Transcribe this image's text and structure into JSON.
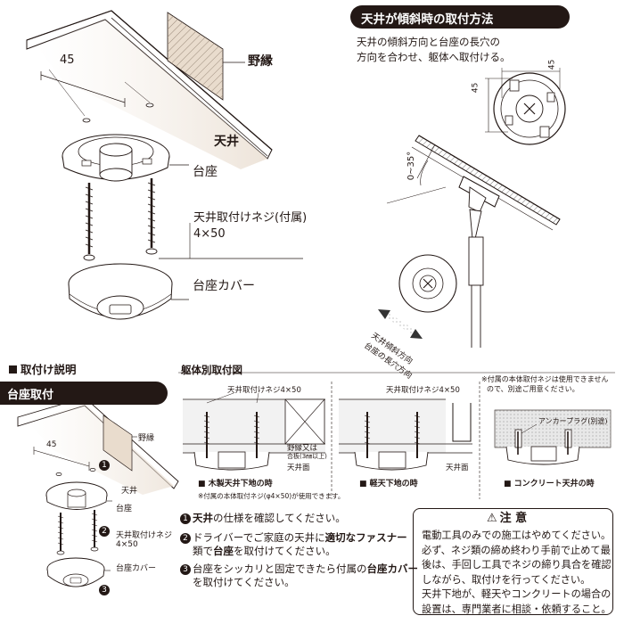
{
  "top_left": {
    "dim_45": "45",
    "nobuchi": "野縁",
    "tenjo": "天井",
    "daiza": "台座",
    "screw_label_1": "天井取付けネジ(付属)",
    "screw_label_2": "4×50",
    "cover": "台座カバー"
  },
  "slope": {
    "title": "天井が傾斜時の取付方法",
    "desc_1": "天井の傾斜方向と台座の長穴の",
    "desc_2": "方向を合わせ、躯体へ取付ける。",
    "dim_45a": "45",
    "dim_45b": "45",
    "dim_angle": "0~35°",
    "dir_1": "天井傾斜方向",
    "dir_2": "台座の長穴方向"
  },
  "install": {
    "heading": "取付け説明",
    "tab": "台座取付",
    "dim_45": "45",
    "nobuchi": "野縁",
    "tenjo": "天井",
    "daiza": "台座",
    "screw_1": "天井取付けネジ",
    "screw_2": "4×50",
    "cover": "台座カバー",
    "n1": "1",
    "n2": "2",
    "n3": "3"
  },
  "body_types": {
    "title": "躯体別取付図",
    "note_top_1": "※付属の本体取付ネジは使用できません",
    "note_top_2": "ので、別途ご用意ください。",
    "wood": {
      "screw_label": "天井取付けネジ4×50",
      "nobuchi_1": "野縁又は",
      "nobuchi_2": "合板(3㎜以上)",
      "surface": "天井面",
      "caption": "■ 木製天井下地の時",
      "note": "※付属の本体取付ネジ(φ4×50)が使用できます。"
    },
    "steel": {
      "screw_label": "天井取付けネジ4×50",
      "surface": "天井面",
      "caption": "■ 軽天下地の時"
    },
    "concrete": {
      "anchor": "アンカープラグ(別途)",
      "caption": "■ コンクリート天井の時"
    }
  },
  "steps": {
    "s1_num": "1",
    "s1_bold": "天井",
    "s1_text": "の仕様を確認してください。",
    "s2_num": "2",
    "s2_a": "ドライバーでご家庭の天井に",
    "s2_bold": "適切なファスナー",
    "s2_b": "類で",
    "s2_bold2": "台座",
    "s2_c": "を取付けてください。",
    "s3_num": "3",
    "s3_a": "台座をシッカリと固定できたら付属の",
    "s3_bold": "台座カバー",
    "s3_b": "を取付けてください。"
  },
  "caution": {
    "title": "注 意",
    "lines": [
      "電動工具のみでの施工はやめてください。",
      "必ず、ネジ類の締め終わり手前で止めて最",
      "後は、手回し工具でネジの締り具合を確認",
      "しながら、取付けを行ってください。",
      "天井下地が、軽天やコンクリートの場合の",
      "設置は、専門業者に相談・依頼すること。"
    ]
  }
}
